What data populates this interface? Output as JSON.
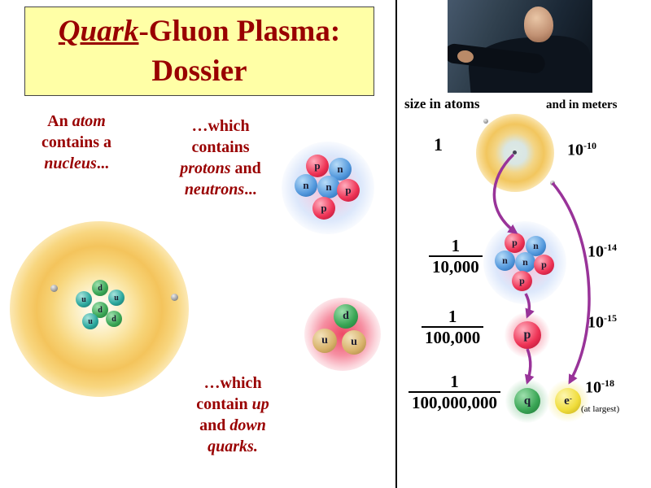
{
  "slide": {
    "title": {
      "word_italic": "Quark",
      "rest": "-Gluon Plasma:",
      "line2": "Dossier"
    },
    "captions": {
      "atom": {
        "t1": "An ",
        "t2": "atom",
        "t3": " contains a ",
        "t4": "nucleus",
        "t5": "..."
      },
      "nucleus": {
        "t1": "…which contains ",
        "t2": "protons",
        "t3": " and ",
        "t4": "neutrons",
        "t5": "..."
      },
      "quarks": {
        "t1": "…which contain ",
        "t2": "up",
        "t3": " and ",
        "t4": "down",
        "t5": " ",
        "t6": "quarks."
      }
    },
    "particles": {
      "proton": "p",
      "neutron": "n",
      "up": "u",
      "down": "d",
      "quark": "q",
      "electron_base": "e",
      "electron_sup": "-"
    },
    "scale_panel": {
      "header_left": "size in atoms",
      "header_right": "and in meters",
      "rows": [
        {
          "scale": "1",
          "power_base": "10",
          "power_exp": "-10"
        },
        {
          "numerator": "1",
          "denominator": "10,000",
          "power_base": "10",
          "power_exp": "-14"
        },
        {
          "numerator": "1",
          "denominator": "100,000",
          "power_base": "10",
          "power_exp": "-15"
        },
        {
          "numerator": "1",
          "denominator": "100,000,000",
          "power_base": "10",
          "power_exp": "-18",
          "note": "(at largest)"
        }
      ]
    },
    "colors": {
      "title_text": "#990000",
      "title_background": "#ffffa6",
      "arrow": "#993399",
      "proton_red": "#ee3355",
      "neutron_blue": "#5499dd",
      "down_quark_green": "#3aa655",
      "up_quark_tan": "#d8b26a",
      "electron_yellow": "#f0dd3c",
      "atom_glow": "#f4c45c"
    }
  }
}
